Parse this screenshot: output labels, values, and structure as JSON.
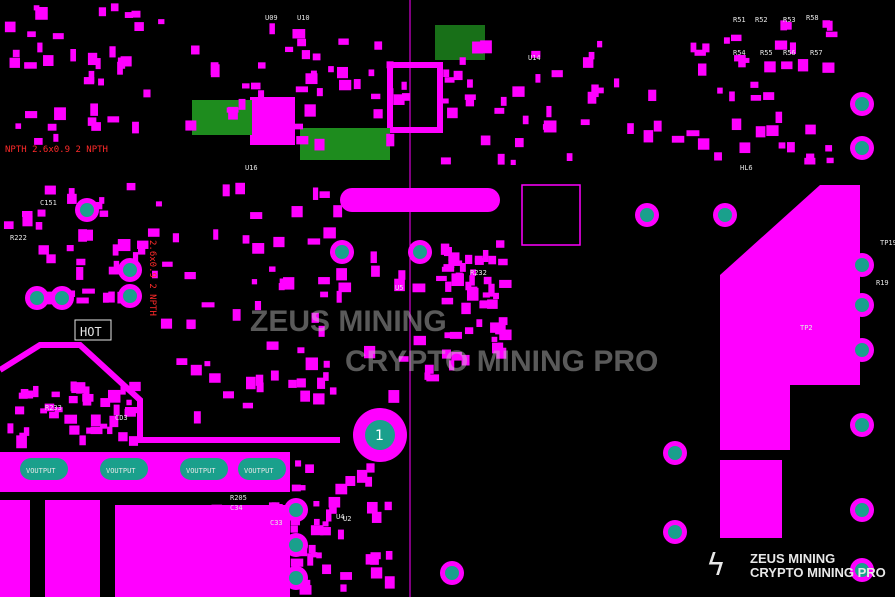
{
  "colors": {
    "copper": "#ff00ff",
    "via": "#1aa08c",
    "silk": "#e6e6e6",
    "solder": "#1e8c1e",
    "background": "#000000",
    "labels_red": "#ff2a2a"
  },
  "board": {
    "hot_label": "HOT",
    "pin_marker": "1",
    "voutput_labels": [
      "VOUTPUT",
      "VOUTPUT",
      "VOUTPUT",
      "VOUTPUT"
    ],
    "red_labels": [
      "NPTH 2.6x0.9 2 NPTH",
      "2.6x0.9 2 NPTH"
    ],
    "component_labels": [
      "U09",
      "U10",
      "U14",
      "U16",
      "U5",
      "U4",
      "U2",
      "R51",
      "R52",
      "R53",
      "R54",
      "R55",
      "R56",
      "R57",
      "R58",
      "C151",
      "R222",
      "R232",
      "R233",
      "CD3",
      "R205",
      "C34",
      "C33",
      "HL6",
      "R19",
      "TP19",
      "TP2"
    ]
  },
  "watermark": {
    "center_line1": "ZEUS MINING",
    "center_line2": "CRYPTO MINING PRO",
    "corner_line1": "ZEUS MINING",
    "corner_line2": "CRYPTO MINING PRO",
    "logo_icon": "lightning-bolt-icon"
  }
}
